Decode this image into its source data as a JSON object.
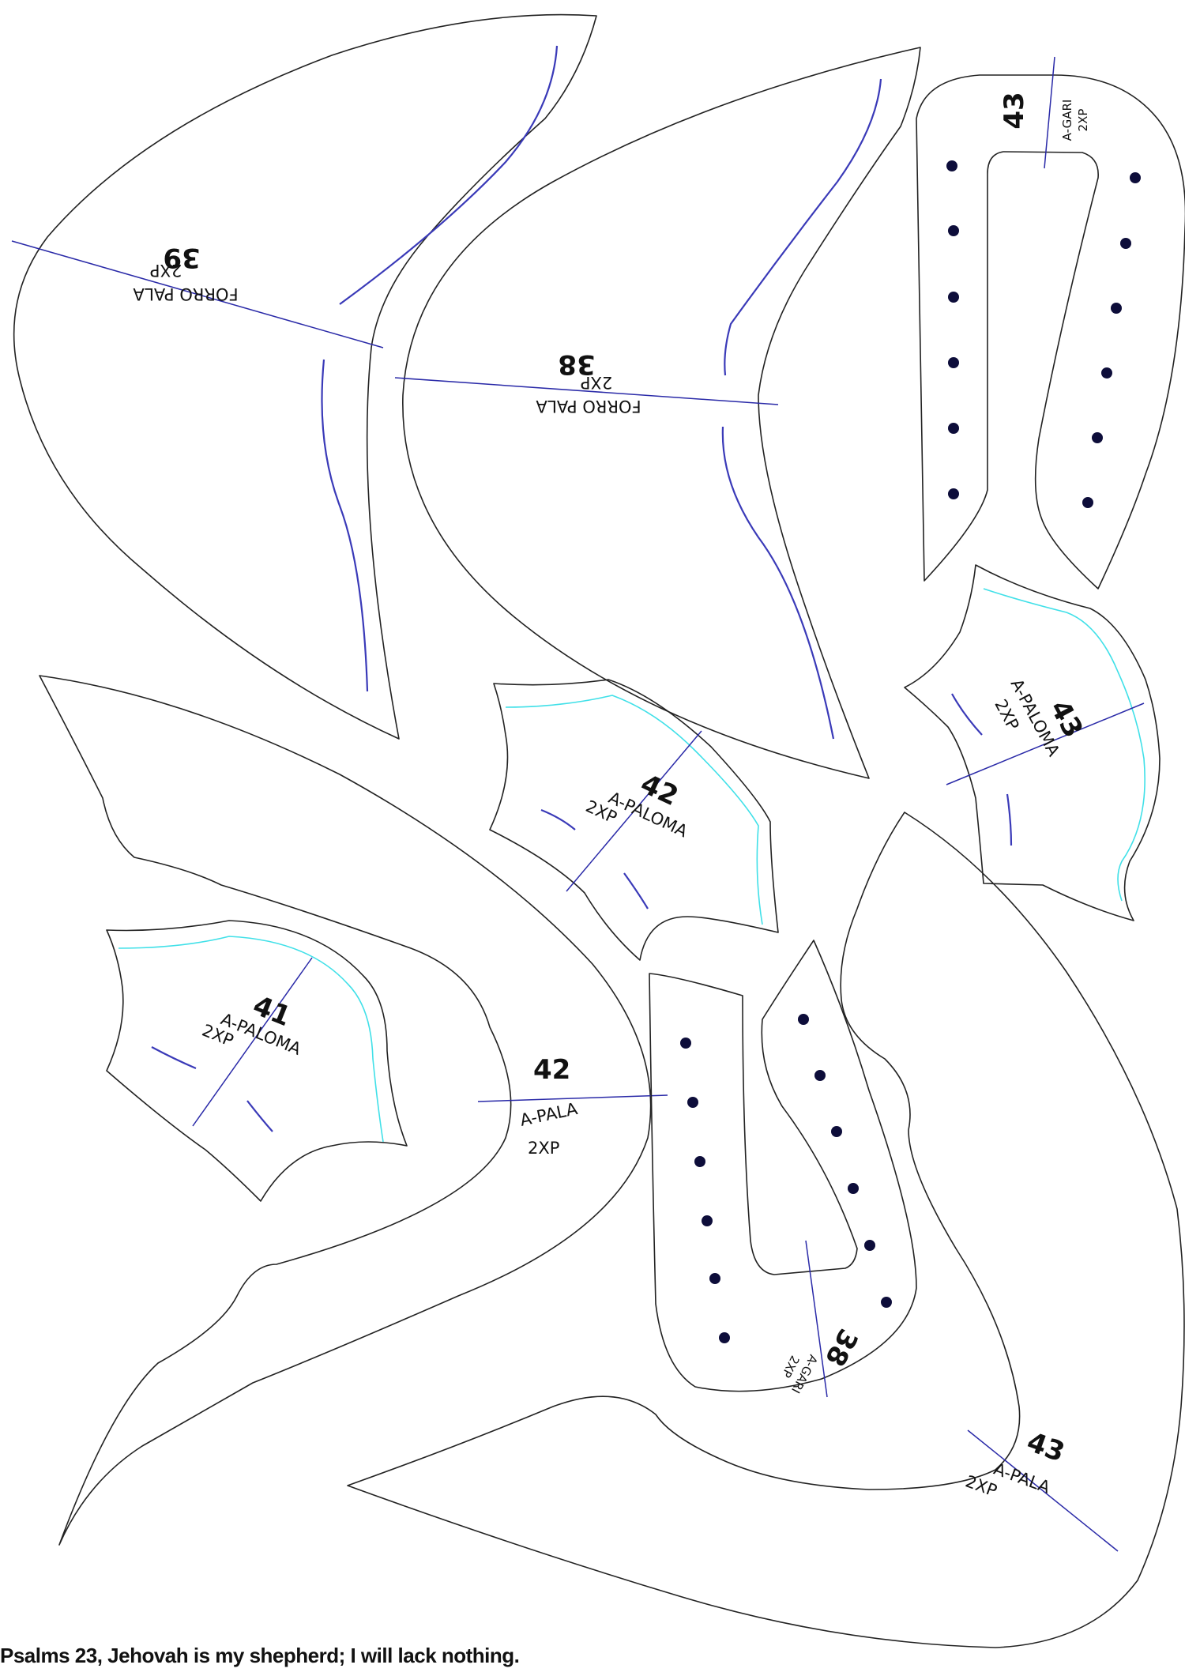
{
  "pieces": {
    "forro_pala_39": {
      "size": "39",
      "name": "FORRO PALA",
      "count": "2XP"
    },
    "forro_pala_38": {
      "size": "38",
      "name": "FORRO PALA",
      "count": "2XP"
    },
    "a_gari_43": {
      "size": "43",
      "name": "A-GARI",
      "count": "2XP"
    },
    "a_paloma_43": {
      "size": "43",
      "name": "A-PALOMA",
      "count": "2XP"
    },
    "a_paloma_42": {
      "size": "42",
      "name": "A-PALOMA",
      "count": "2XP"
    },
    "a_paloma_41": {
      "size": "41",
      "name": "A-PALOMA",
      "count": "2XP"
    },
    "a_pala_42": {
      "size": "42",
      "name": "A-PALA",
      "count": "2XP"
    },
    "a_gari_38": {
      "size": "38",
      "name": "A-GARI",
      "count": "2XP"
    },
    "a_pala_43": {
      "size": "43",
      "name": "A-PALA",
      "count": "2XP"
    }
  },
  "footer": {
    "text": "Psalms 23, Jehovah is my shepherd; I will lack nothing."
  },
  "colors": {
    "outline": "#222222",
    "grain_line": "#2a2aa8",
    "slot": "#3a3ab8",
    "guide_line": "#40e0e8",
    "punch_hole": "#0d0d3a"
  }
}
